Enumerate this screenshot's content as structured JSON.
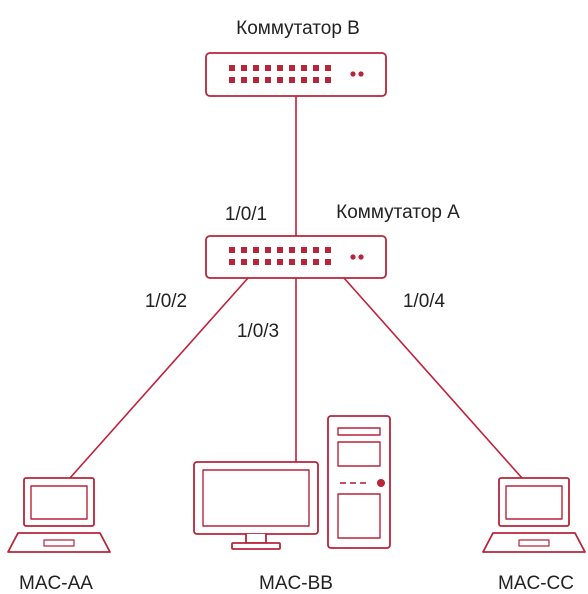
{
  "switch_b": {
    "label": "Коммутатор B"
  },
  "switch_a": {
    "label": "Коммутатор A"
  },
  "ports": {
    "p1": "1/0/1",
    "p2": "1/0/2",
    "p3": "1/0/3",
    "p4": "1/0/4"
  },
  "hosts": {
    "left": {
      "label": "MAC-AA",
      "device": "laptop-icon"
    },
    "middle": {
      "label": "MAC-BB",
      "device": "desktop-pc-icon"
    },
    "right": {
      "label": "MAC-CC",
      "device": "laptop-icon"
    }
  },
  "colors": {
    "accent": "#b8243a",
    "line": "#c21f3a",
    "device_fill": "#ffffff"
  }
}
